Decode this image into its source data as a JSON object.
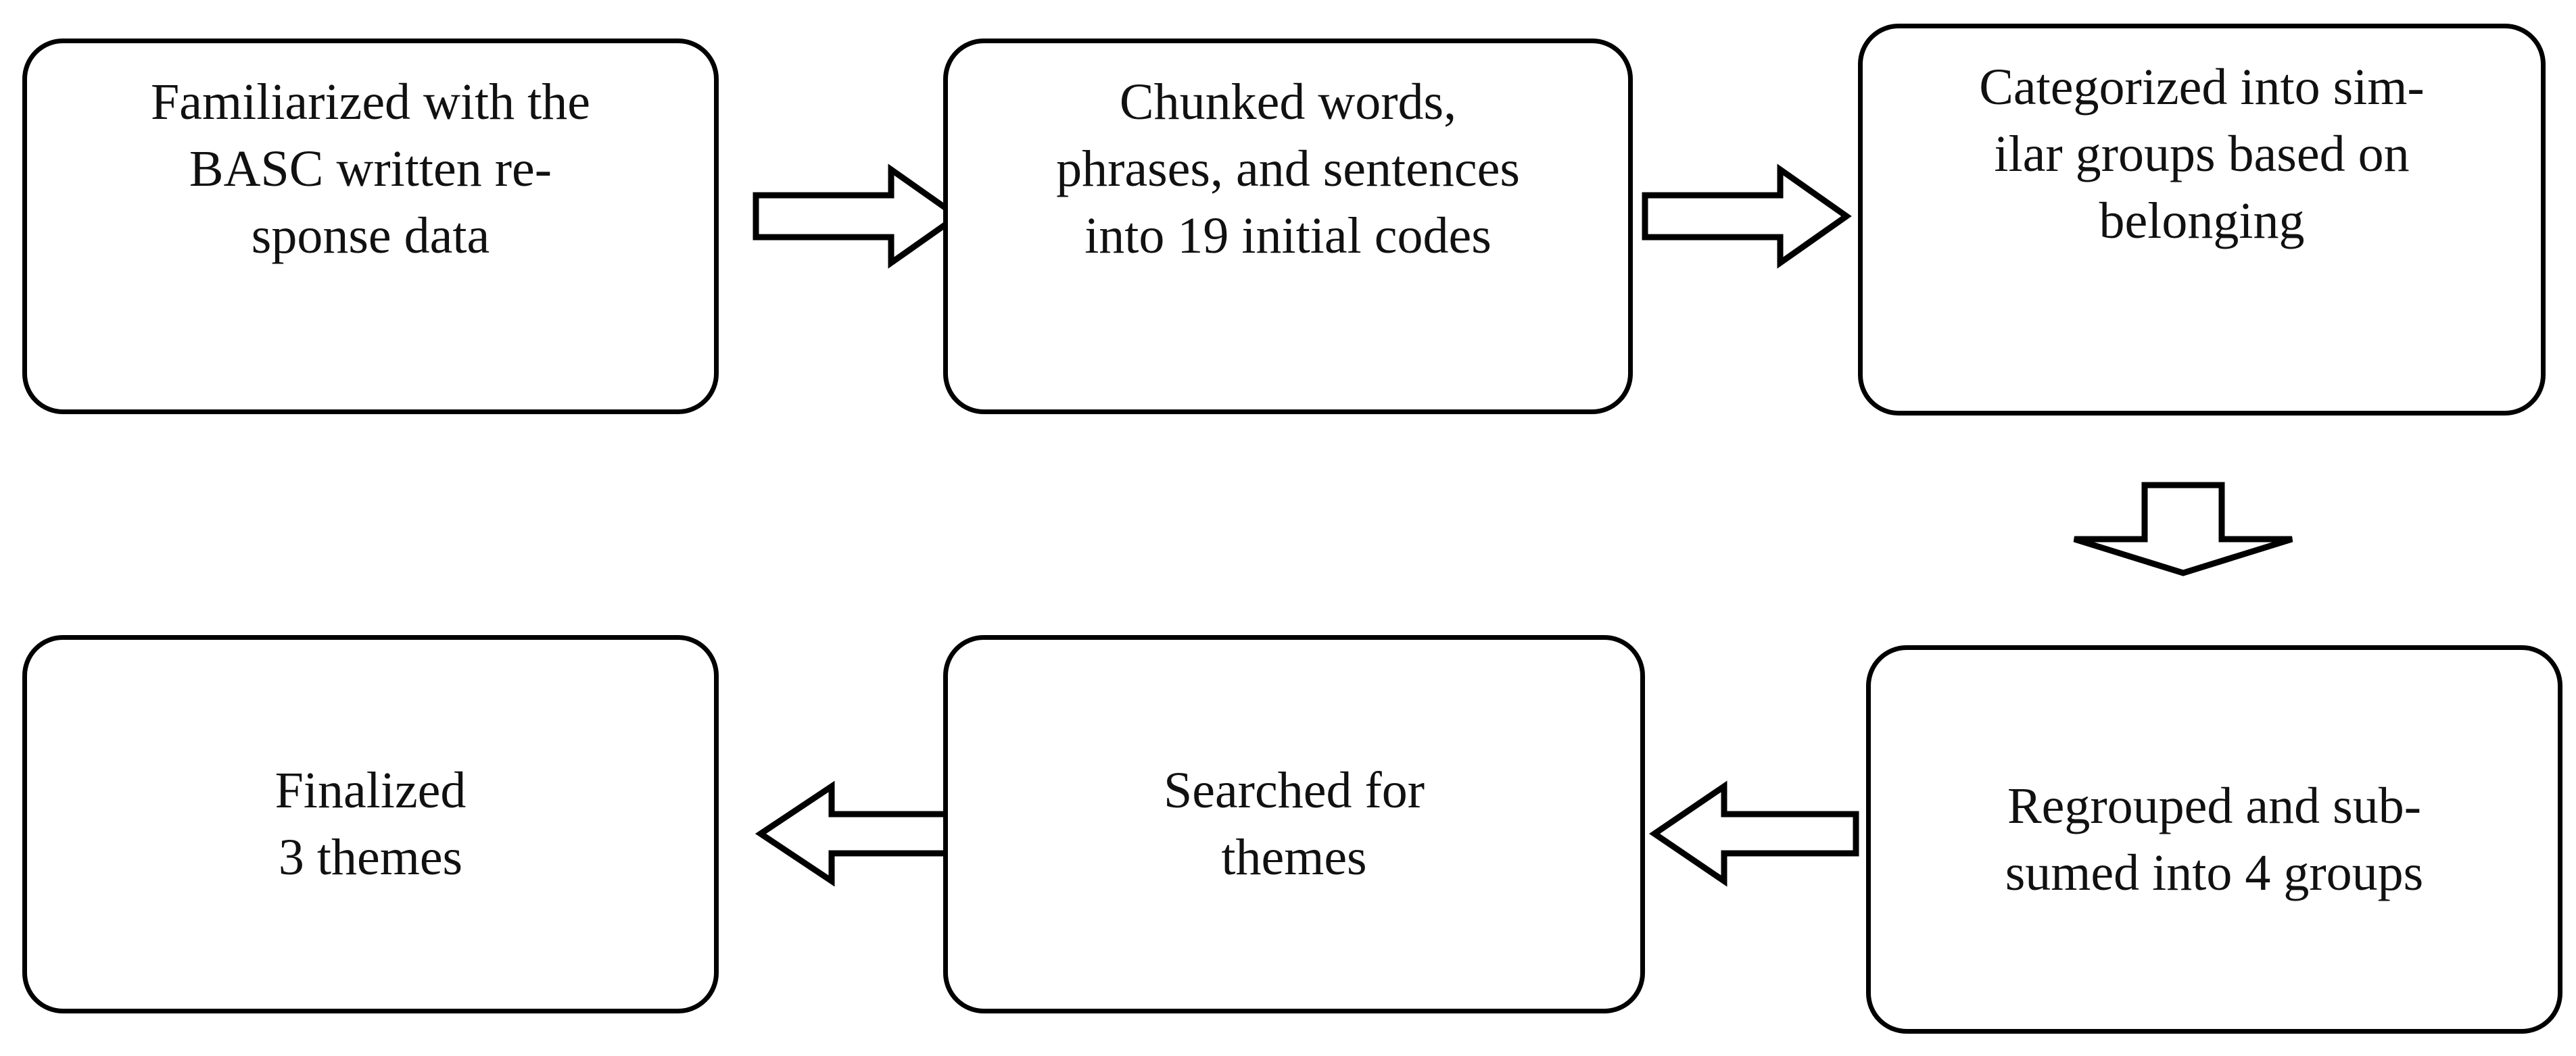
{
  "diagram": {
    "title": "Thematic analysis process flowchart",
    "background_color": "#ffffff",
    "stroke_color": "#000000",
    "text_color": "#111111",
    "nodes": [
      {
        "id": "node-familiarized",
        "name": "familiarized-box",
        "text": "Familiarized with the\nBASC written re-\nsponse data",
        "row": 1,
        "column": 1
      },
      {
        "id": "node-chunked",
        "name": "chunked-box",
        "text": "Chunked words,\nphrases, and sentences\ninto 19 initial codes",
        "row": 1,
        "column": 2
      },
      {
        "id": "node-categorized",
        "name": "categorized-box",
        "text": "Categorized into sim-\nilar groups based on\nbelonging",
        "row": 1,
        "column": 3
      },
      {
        "id": "node-finalized",
        "name": "finalized-box",
        "text": "Finalized\n3 themes",
        "row": 2,
        "column": 1
      },
      {
        "id": "node-searched",
        "name": "searched-box",
        "text": "Searched for\nthemes",
        "row": 2,
        "column": 2
      },
      {
        "id": "node-regrouped",
        "name": "regrouped-box",
        "text": "Regrouped and sub-\nsumed into 4 groups",
        "row": 2,
        "column": 3
      }
    ],
    "arrows": [
      {
        "id": "arrow-1",
        "name": "arrow-right-familiarized-to-chunked",
        "direction": "right",
        "from": "node-familiarized",
        "to": "node-chunked"
      },
      {
        "id": "arrow-2",
        "name": "arrow-right-chunked-to-categorized",
        "direction": "right",
        "from": "node-chunked",
        "to": "node-categorized"
      },
      {
        "id": "arrow-3",
        "name": "arrow-down-categorized-to-regrouped",
        "direction": "down",
        "from": "node-categorized",
        "to": "node-regrouped"
      },
      {
        "id": "arrow-4",
        "name": "arrow-left-regrouped-to-searched",
        "direction": "left",
        "from": "node-regrouped",
        "to": "node-searched"
      },
      {
        "id": "arrow-5",
        "name": "arrow-left-searched-to-finalized",
        "direction": "left",
        "from": "node-searched",
        "to": "node-finalized"
      }
    ]
  }
}
